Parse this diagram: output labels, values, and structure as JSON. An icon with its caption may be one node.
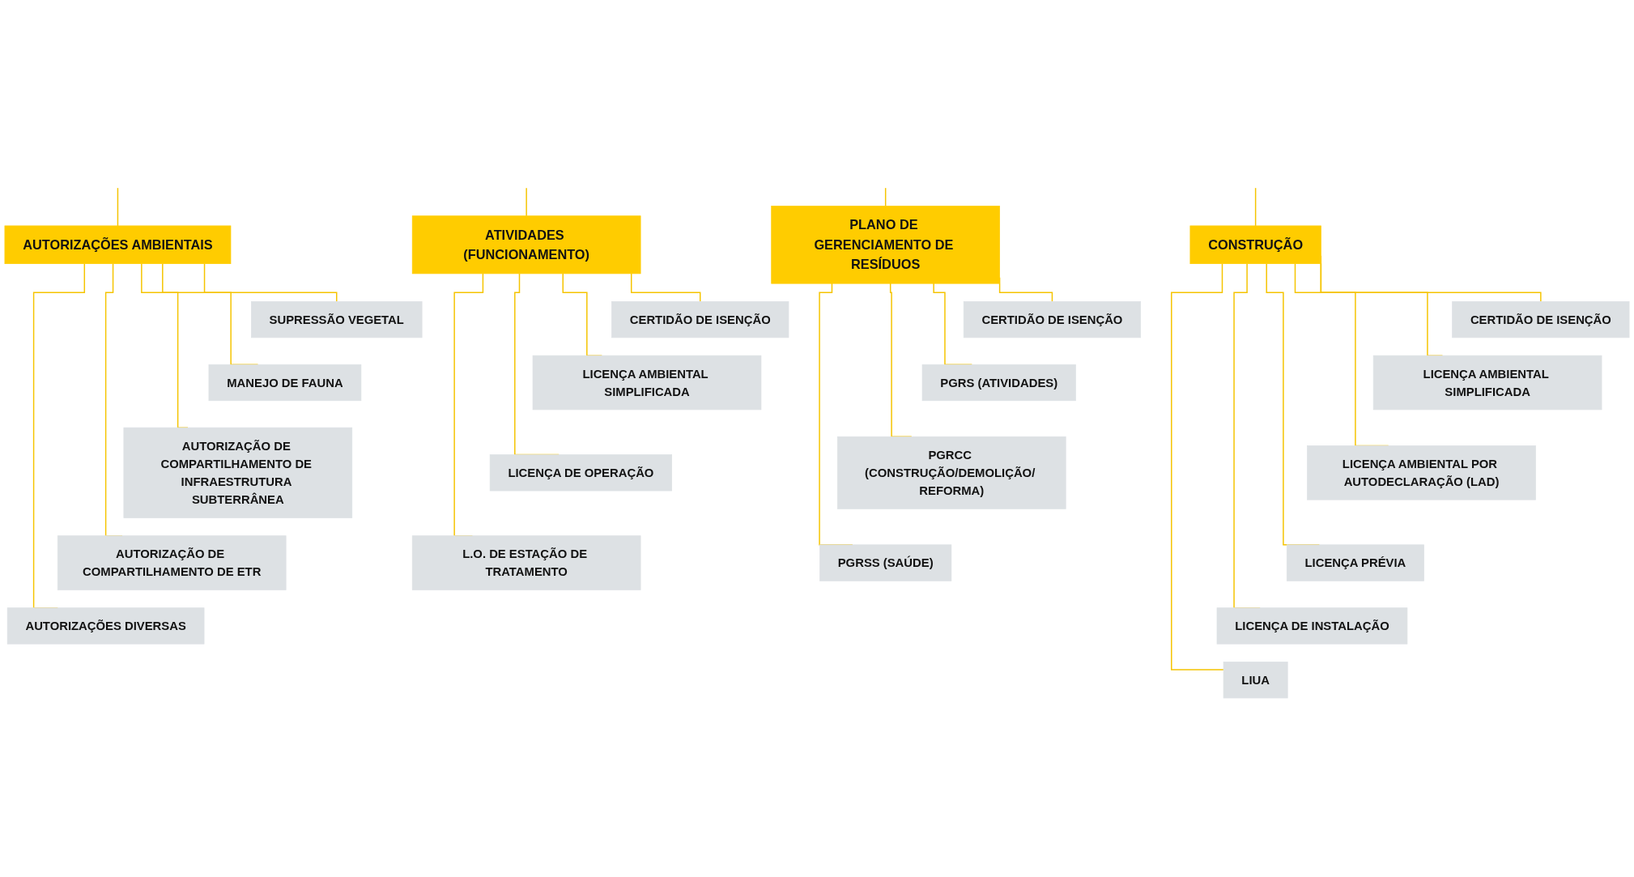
{
  "diagram": {
    "nodes": [
      {
        "text": [
          "AUTORIZAÇÕES AMBIENTAIS"
        ]
      },
      {
        "text": [
          "SUPRESSÃO VEGETAL"
        ]
      },
      {
        "text": [
          "MANEJO DE FAUNA"
        ]
      },
      {
        "text": [
          "AUTORIZAÇÃO DE COMPARTILHAMENTO DE INFRAESTRUTURA SUBTERRÂNEA"
        ]
      },
      {
        "text": [
          "AUTORIZAÇÃO DE COMPARTILHAMENTO DE ETR"
        ]
      },
      {
        "text": [
          "AUTORIZAÇÕES DIVERSAS"
        ]
      },
      {
        "text": [
          "CONSTRUÇÃO"
        ]
      },
      {
        "text": [
          "CERTIDÃO DE ISENÇÃO"
        ]
      },
      {
        "text": [
          "LICENÇA AMBIENTAL SIMPLIFICADA"
        ]
      },
      {
        "text": [
          "LICENÇA AMBIENTAL POR AUTODECLARAÇÃO (LAD)"
        ]
      },
      {
        "text": [
          "LICENÇA PRÉVIA"
        ]
      },
      {
        "text": [
          "LICENÇA DE INSTALAÇÃO"
        ]
      },
      {
        "text": [
          "LIUA"
        ]
      },
      {
        "text": [
          "ATIVIDADES (FUNCIONAMENTO)"
        ]
      },
      {
        "text": [
          "CERTIDÃO DE ISENÇÃO"
        ]
      },
      {
        "text": [
          "LICENÇA AMBIENTAL SIMPLIFICADA"
        ]
      },
      {
        "text": [
          "LICENÇA DE OPERAÇÃO"
        ]
      },
      {
        "text": [
          "L.O. DE ESTAÇÃO DE TRATAMENTO"
        ]
      },
      {
        "text": [
          "PLANO DE GERENCIAMENTO DE RESÍDUOS"
        ]
      },
      {
        "text": [
          "CERTIDÃO DE ISENÇÃO"
        ]
      },
      {
        "text": [
          "PGRS (ATIVIDADES)"
        ]
      },
      {
        "text": [
          "PGRCC (CONSTRUÇÃO/DEMOLIÇÃO/ REFORMA)"
        ]
      },
      {
        "text": [
          "PGRSS (SAÚDE)"
        ]
      }
    ],
    "edges": [
      {
        "from": null,
        "to": 0,
        "arrow": "none"
      },
      {
        "from": null,
        "to": 6,
        "arrow": "none"
      },
      {
        "from": null,
        "to": 13,
        "arrow": "none"
      },
      {
        "from": null,
        "to": 18,
        "arrow": "none"
      },
      {
        "from": 0,
        "to": 1,
        "arrow": "none"
      },
      {
        "from": 0,
        "to": 2,
        "arrow": "none"
      },
      {
        "from": 0,
        "to": 3,
        "arrow": "none"
      },
      {
        "from": 0,
        "to": 4,
        "arrow": "none"
      },
      {
        "from": 0,
        "to": 5,
        "arrow": "none"
      },
      {
        "from": 6,
        "to": 7,
        "arrow": "none"
      },
      {
        "from": 6,
        "to": 8,
        "arrow": "none"
      },
      {
        "from": 6,
        "to": 9,
        "arrow": "none"
      },
      {
        "from": 6,
        "to": 10,
        "arrow": "none"
      },
      {
        "from": 6,
        "to": 11,
        "arrow": "none"
      },
      {
        "from": 6,
        "to": 12,
        "arrow": "none"
      },
      {
        "from": 13,
        "to": 14,
        "arrow": "none"
      },
      {
        "from": 13,
        "to": 15,
        "arrow": "none"
      },
      {
        "from": 13,
        "to": 16,
        "arrow": "none"
      },
      {
        "from": 13,
        "to": 17,
        "arrow": "none"
      },
      {
        "from": 18,
        "to": 19,
        "arrow": "none"
      },
      {
        "from": 18,
        "to": 20,
        "arrow": "none"
      },
      {
        "from": 18,
        "to": 21,
        "arrow": "none"
      },
      {
        "from": 18,
        "to": 22,
        "arrow": "none"
      }
    ]
  }
}
